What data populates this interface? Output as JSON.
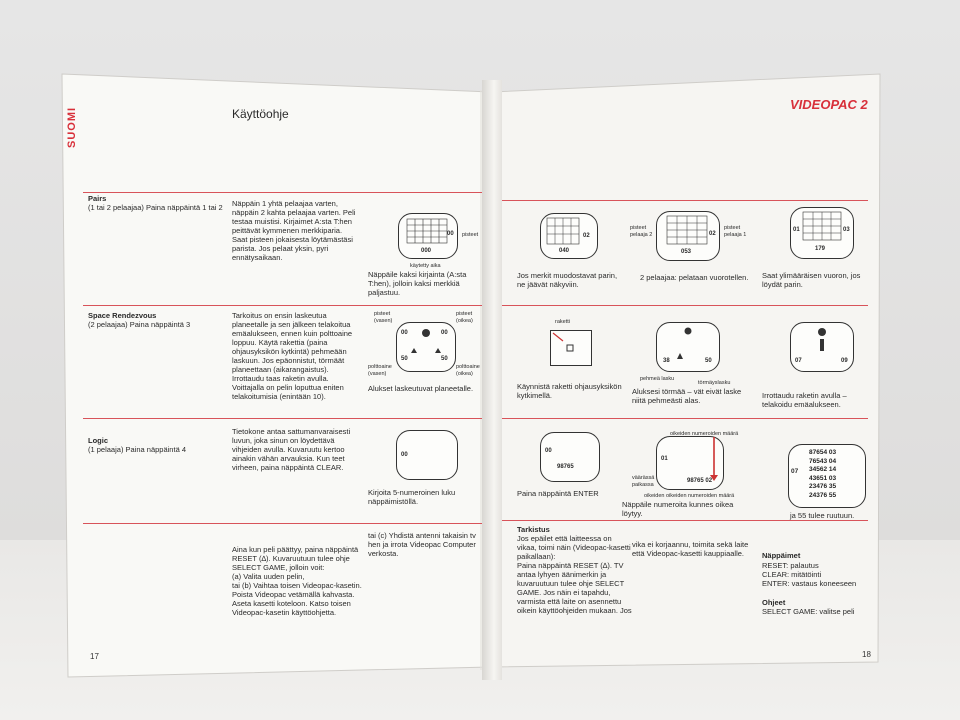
{
  "left_page": {
    "title": "Käyttöohje",
    "side_tab": "SUOMI",
    "page_number": "17",
    "pairs": {
      "heading": "Pairs",
      "sub": "(1 tai 2 pelaajaa) Paina näppäintä 1 tai 2",
      "body": "Näppäin 1 yhtä pelaajaa varten, näppäin 2 kahta pelaajaa varten. Peli testaa muistisi. Kirjaimet A:sta T:hen peittävät kymmenen merkkiparia. Saat pisteen jokaisesta löytämästäsi parista. Jos pelaat yksin, pyri ennätysaikaan.",
      "caption": "Näppäile kaksi kirjainta (A:sta T:hen), jolloin kaksi merkkiä paljastuu.",
      "label_pisteet": "pisteet",
      "label_kaytetty": "käytetty aika",
      "score": "00",
      "time": "000"
    },
    "space": {
      "heading": "Space Rendezvous",
      "sub": "(2 pelaajaa) Paina näppäintä 3",
      "body": "Tarkoitus on ensin laskeutua planeetalle ja sen jälkeen telakoitua emäalukseen, ennen kuin polttoaine loppuu. Käytä rakettia (paina ohjausyksikön kytkintä) pehmeään laskuun. Jos epäonnistut, törmäät planeettaan (aikarangaistus). Irrottaudu taas raketin avulla. Voittajalla on pelin loputtua eniten telakoitumisia (enintään 10).",
      "caption": "Alukset laskeutuvat planeetalle.",
      "l1": "pisteet (vasen)",
      "l2": "pisteet (oikea)",
      "l3": "polttoaine (vasen)",
      "l4": "polttoaine (oikea)",
      "s1": "00",
      "s2": "00",
      "s3": "50",
      "s4": "50"
    },
    "logic": {
      "heading": "Logic",
      "sub": "(1 pelaaja) Paina näppäintä 4",
      "body": "Tietokone antaa sattumanvaraisesti luvun, joka sinun on löydettävä vihjeiden avulla. Kuvaruutu kertoo ainakin vähän arvauksia. Kun teet virheen, paina näppäintä CLEAR.",
      "caption": "Kirjoita 5-numeroinen luku näppäimistöllä.",
      "score": "00"
    },
    "footer": "Aina kun peli päättyy, paina näppäintä RESET (∆). Kuvaruutuun tulee ohje SELECT GAME, jolloin voit:\n(a) Valita uuden pelin,\ntai (b) Vaihtaa toisen Videopac-kasetin. Poista Videopac vetämällä kahvasta. Aseta kasetti koteloon. Katso toisen Videopac-kasetin käyttöohjetta.",
    "footer2": "tai (c) Yhdistä antenni takaisin tv hen ja irrota Videopac Computer verkosta."
  },
  "right_page": {
    "brand": "VIDEOPAC 2",
    "page_number": "18",
    "pairs_captions": [
      "Jos merkit muodostavat parin, ne jäävät näkyviin.",
      "2 pelaajaa: pelataan vuorotellen.",
      "Saat ylimääräisen vuoron, jos löydät parin."
    ],
    "pairs_scores": [
      "040",
      "02",
      "053",
      "02",
      "01",
      "03",
      "179"
    ],
    "pairs_labels": [
      "pisteet pelaaja 2",
      "pisteet pelaaja 1"
    ],
    "space_captions": [
      "Käynnistä raketti ohjausyksikön kytkimellä.",
      "Aluksesi törmää – vät eivät laske niitä pehmeästi alas.",
      "Irrottaudu raketin avulla – telakoidu emäalukseen."
    ],
    "space_labels": [
      "raketti",
      "pehmeä lasku",
      "törmäyslasku"
    ],
    "space_scores": [
      "38",
      "50",
      "07",
      "09"
    ],
    "logic_captions": [
      "Paina näppäintä ENTER",
      "Näppäile numeroita kunnes oikea löytyy.",
      "ja 55 tulee ruutuun."
    ],
    "logic_labels": [
      "oikeiden numeroiden määrä",
      "väärässä paikassa",
      "oikeiden oikeiden numeroiden määrä"
    ],
    "logic_screen1": [
      "00",
      "98765"
    ],
    "logic_screen2": [
      "01",
      "98765 02"
    ],
    "logic_table": [
      "87654 03",
      "76543 04",
      "34562 14",
      "43651 03",
      "23476 35",
      "24376 55"
    ],
    "logic_table_prefix": "07",
    "tarkistus_heading": "Tarkistus",
    "tarkistus_body": "Jos epäilet että laitteessa on vikaa, toimi näin (Videopac-kasetti paikallaan):\nPaina näppäintä RESET (∆). TV antaa lyhyen äänimerkin ja kuvaruutuun tulee ohje SELECT GAME. Jos näin ei tapahdu, varmista että laite on asennettu oikein käyttöohjeiden mukaan. Jos",
    "tarkistus_body2": "vika ei korjaannu, toimita sekä laite että Videopac-kasetti kauppiaalle.",
    "nappaimet_heading": "Näppäimet",
    "nappaimet": [
      "RESET: palautus",
      "CLEAR: mitätöinti",
      "ENTER: vastaus koneeseen"
    ],
    "ohjeet_heading": "Ohjeet",
    "ohjeet": "SELECT GAME: valitse peli"
  },
  "colors": {
    "accent": "#d8303a",
    "paper": "#fbfbf8",
    "ink": "#2a2a2a"
  }
}
